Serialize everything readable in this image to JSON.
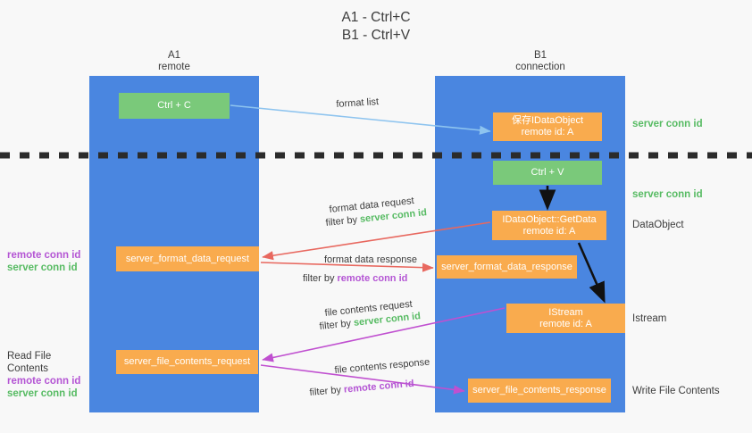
{
  "title": "A1 - Ctrl+C\nB1 - Ctrl+V",
  "columns": {
    "a1": {
      "header": "A1\nremote"
    },
    "b1": {
      "header": "B1\nconnection"
    }
  },
  "nodes": {
    "ctrl_c": "Ctrl + C",
    "save_idataobject": "保存IDataObject\nremote id: A",
    "ctrl_v": "Ctrl + V",
    "getdata": "IDataObject::GetData\nremote id: A",
    "format_data_request": "server_format_data_request",
    "format_data_response": "server_format_data_response",
    "istream": "IStream\nremote id: A",
    "file_contents_request": "server_file_contents_request",
    "file_contents_response": "server_file_contents_response"
  },
  "side_labels": {
    "server_conn_id_top": "server conn id",
    "server_conn_id_mid": "server conn id",
    "dataobject": "DataObject",
    "istream": "Istream",
    "write_file_contents": "Write File Contents",
    "left_format": {
      "remote": "remote conn id",
      "server": "server conn id"
    },
    "left_read_file": {
      "title": "Read File Contents",
      "remote": "remote conn id",
      "server": "server conn id"
    }
  },
  "edges": {
    "format_list": "format list",
    "format_data_request": "format data request",
    "format_data_request_filter_prefix": "filter by ",
    "format_data_request_filter_value": "server conn id",
    "format_data_response": "format data response",
    "format_data_response_filter_prefix": "filter by ",
    "format_data_response_filter_value": "remote conn id",
    "file_contents_request": "file contents request",
    "file_contents_request_filter_prefix": "filter by ",
    "file_contents_request_filter_value": "server conn id",
    "file_contents_response": "file contents response",
    "file_contents_response_filter_prefix": "filter by ",
    "file_contents_response_filter_value": "remote conn id"
  },
  "colors": {
    "column_blue": "#4a86e0",
    "node_green": "#7ac97a",
    "node_orange": "#f9ab4e",
    "accent_green_text": "#57bb63",
    "accent_purple_text": "#b455d4",
    "arrow_light_blue": "#8ec4ef",
    "arrow_red": "#e8685f",
    "arrow_magenta": "#c050d0",
    "arrow_black": "#111111",
    "background": "#f8f8f8"
  }
}
